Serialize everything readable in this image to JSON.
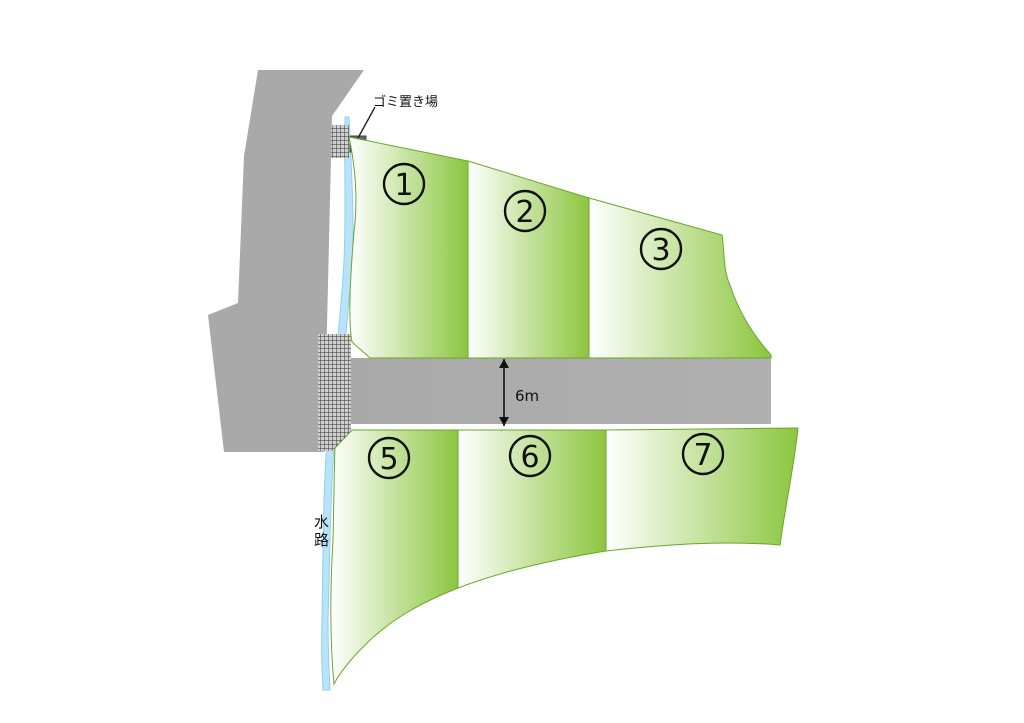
{
  "labels": {
    "garbage_area": "ゴミ置き場",
    "road_width": "6m",
    "waterway_line1": "水",
    "waterway_line2": "路"
  },
  "lots": [
    {
      "number": "1"
    },
    {
      "number": "2"
    },
    {
      "number": "3"
    },
    {
      "number": "5"
    },
    {
      "number": "6"
    },
    {
      "number": "7"
    }
  ],
  "colors": {
    "road_gray": "#a8a8a8",
    "lot_green": "#8cc63f",
    "lot_light": "#ffffff",
    "waterway_blue": "#b9e3f8",
    "lot_border": "#6aa629",
    "text": "#111111"
  }
}
